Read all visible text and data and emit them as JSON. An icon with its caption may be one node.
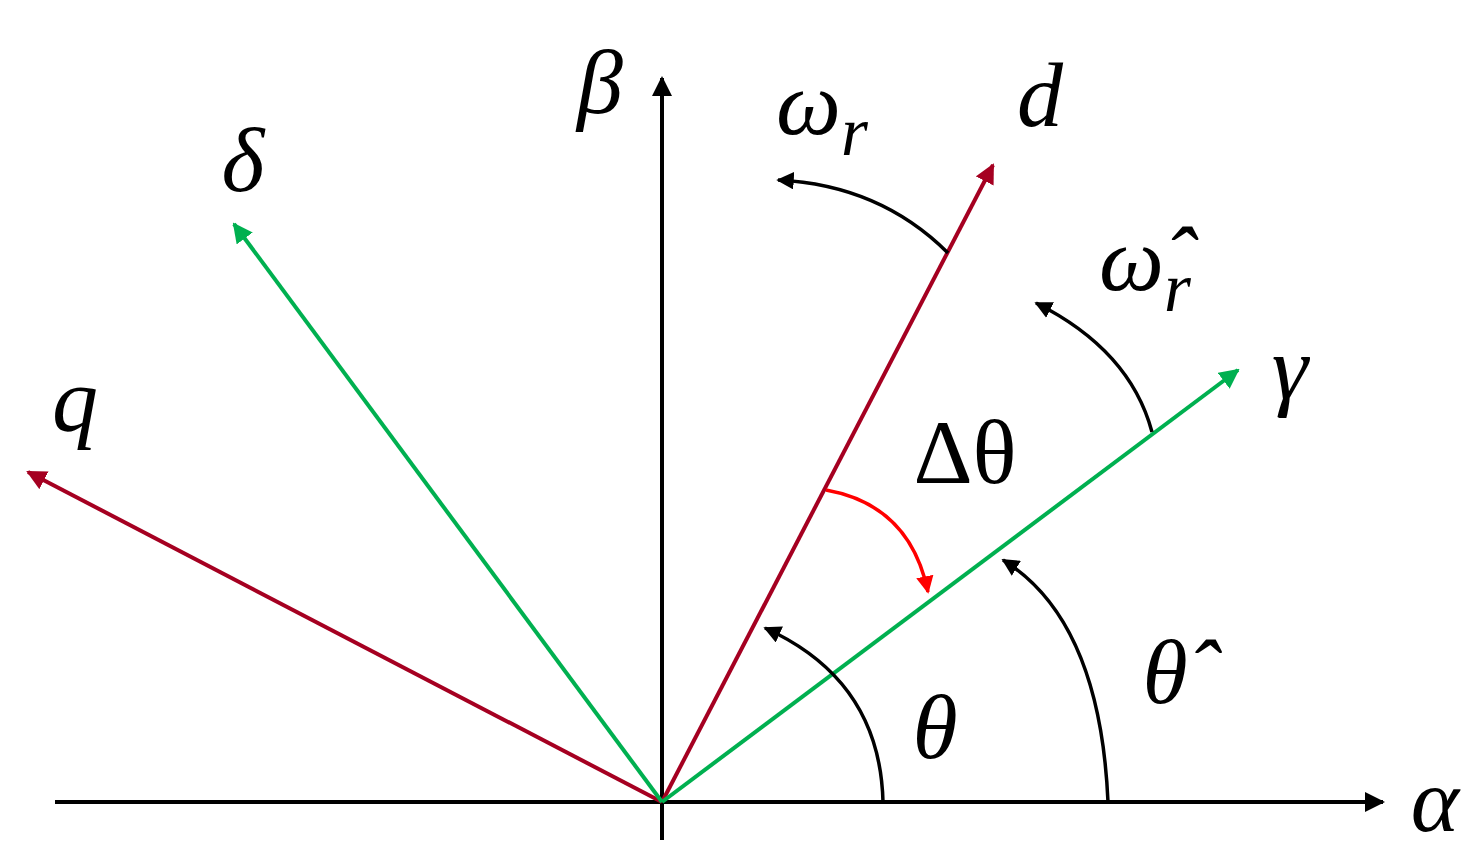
{
  "diagram": {
    "labels": [
      "β",
      "ω$_{r}$",
      "d",
      "δ",
      "ω̂$_{r}$",
      "q",
      "γ",
      "Δθ",
      "θ",
      "θ̂",
      "α"
    ]
  }
}
